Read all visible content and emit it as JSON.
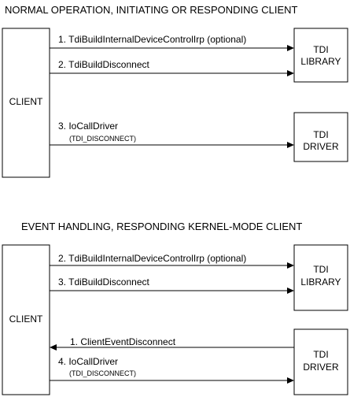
{
  "sections": [
    {
      "title": "NORMAL OPERATION, INITIATING OR RESPONDING CLIENT",
      "client": "CLIENT",
      "library": [
        "TDI",
        "LIBRARY"
      ],
      "driver": [
        "TDI",
        "DRIVER"
      ],
      "steps": [
        {
          "label": "1. TdiBuildInternalDeviceControlIrp (optional)",
          "sub": "",
          "direction": "right"
        },
        {
          "label": "2. TdiBuildDisconnect",
          "sub": "",
          "direction": "right"
        },
        {
          "label": "3. IoCallDriver",
          "sub": "(TDI_DISCONNECT)",
          "direction": "right"
        }
      ]
    },
    {
      "title": "EVENT HANDLING, RESPONDING KERNEL-MODE CLIENT",
      "client": "CLIENT",
      "library": [
        "TDI",
        "LIBRARY"
      ],
      "driver": [
        "TDI",
        "DRIVER"
      ],
      "steps": [
        {
          "label": "2. TdiBuildInternalDeviceControlIrp (optional)",
          "sub": "",
          "direction": "right"
        },
        {
          "label": "3. TdiBuildDisconnect",
          "sub": "",
          "direction": "right"
        },
        {
          "label": "1. ClientEventDisconnect",
          "sub": "",
          "direction": "left"
        },
        {
          "label": "4. IoCallDriver",
          "sub": "(TDI_DISCONNECT)",
          "direction": "right"
        }
      ]
    }
  ]
}
